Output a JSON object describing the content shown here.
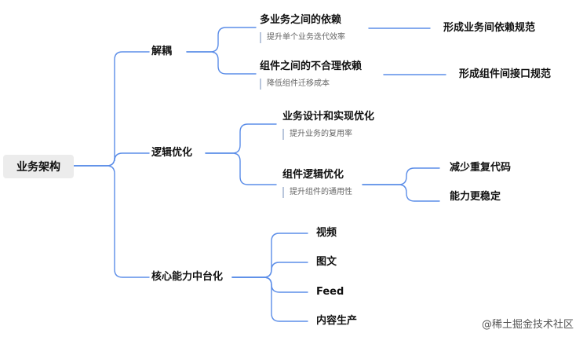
{
  "root": "业务架构",
  "level1": {
    "decouple": "解耦",
    "logic": "逻辑优化",
    "core": "核心能力中台化"
  },
  "decouple": {
    "a_title": "多业务之间的依赖",
    "a_note": "提升单个业务迭代效率",
    "a_leaf": "形成业务间依赖规范",
    "b_title": "组件之间的不合理依赖",
    "b_note": "降低组件迁移成本",
    "b_leaf": "形成组件间接口规范"
  },
  "logic": {
    "a_title": "业务设计和实现优化",
    "a_note": "提升业务的复用率",
    "b_title": "组件逻辑优化",
    "b_note": "提升组件的通用性",
    "b_leaf1": "减少重复代码",
    "b_leaf2": "能力更稳定"
  },
  "core": {
    "items": [
      "视频",
      "图文",
      "Feed",
      "内容生产"
    ]
  },
  "watermark": "@稀土掘金技术社区",
  "colors": {
    "connector": "#5b8de8",
    "note_bar": "#b9c6dc",
    "root_bg": "#ececec"
  }
}
